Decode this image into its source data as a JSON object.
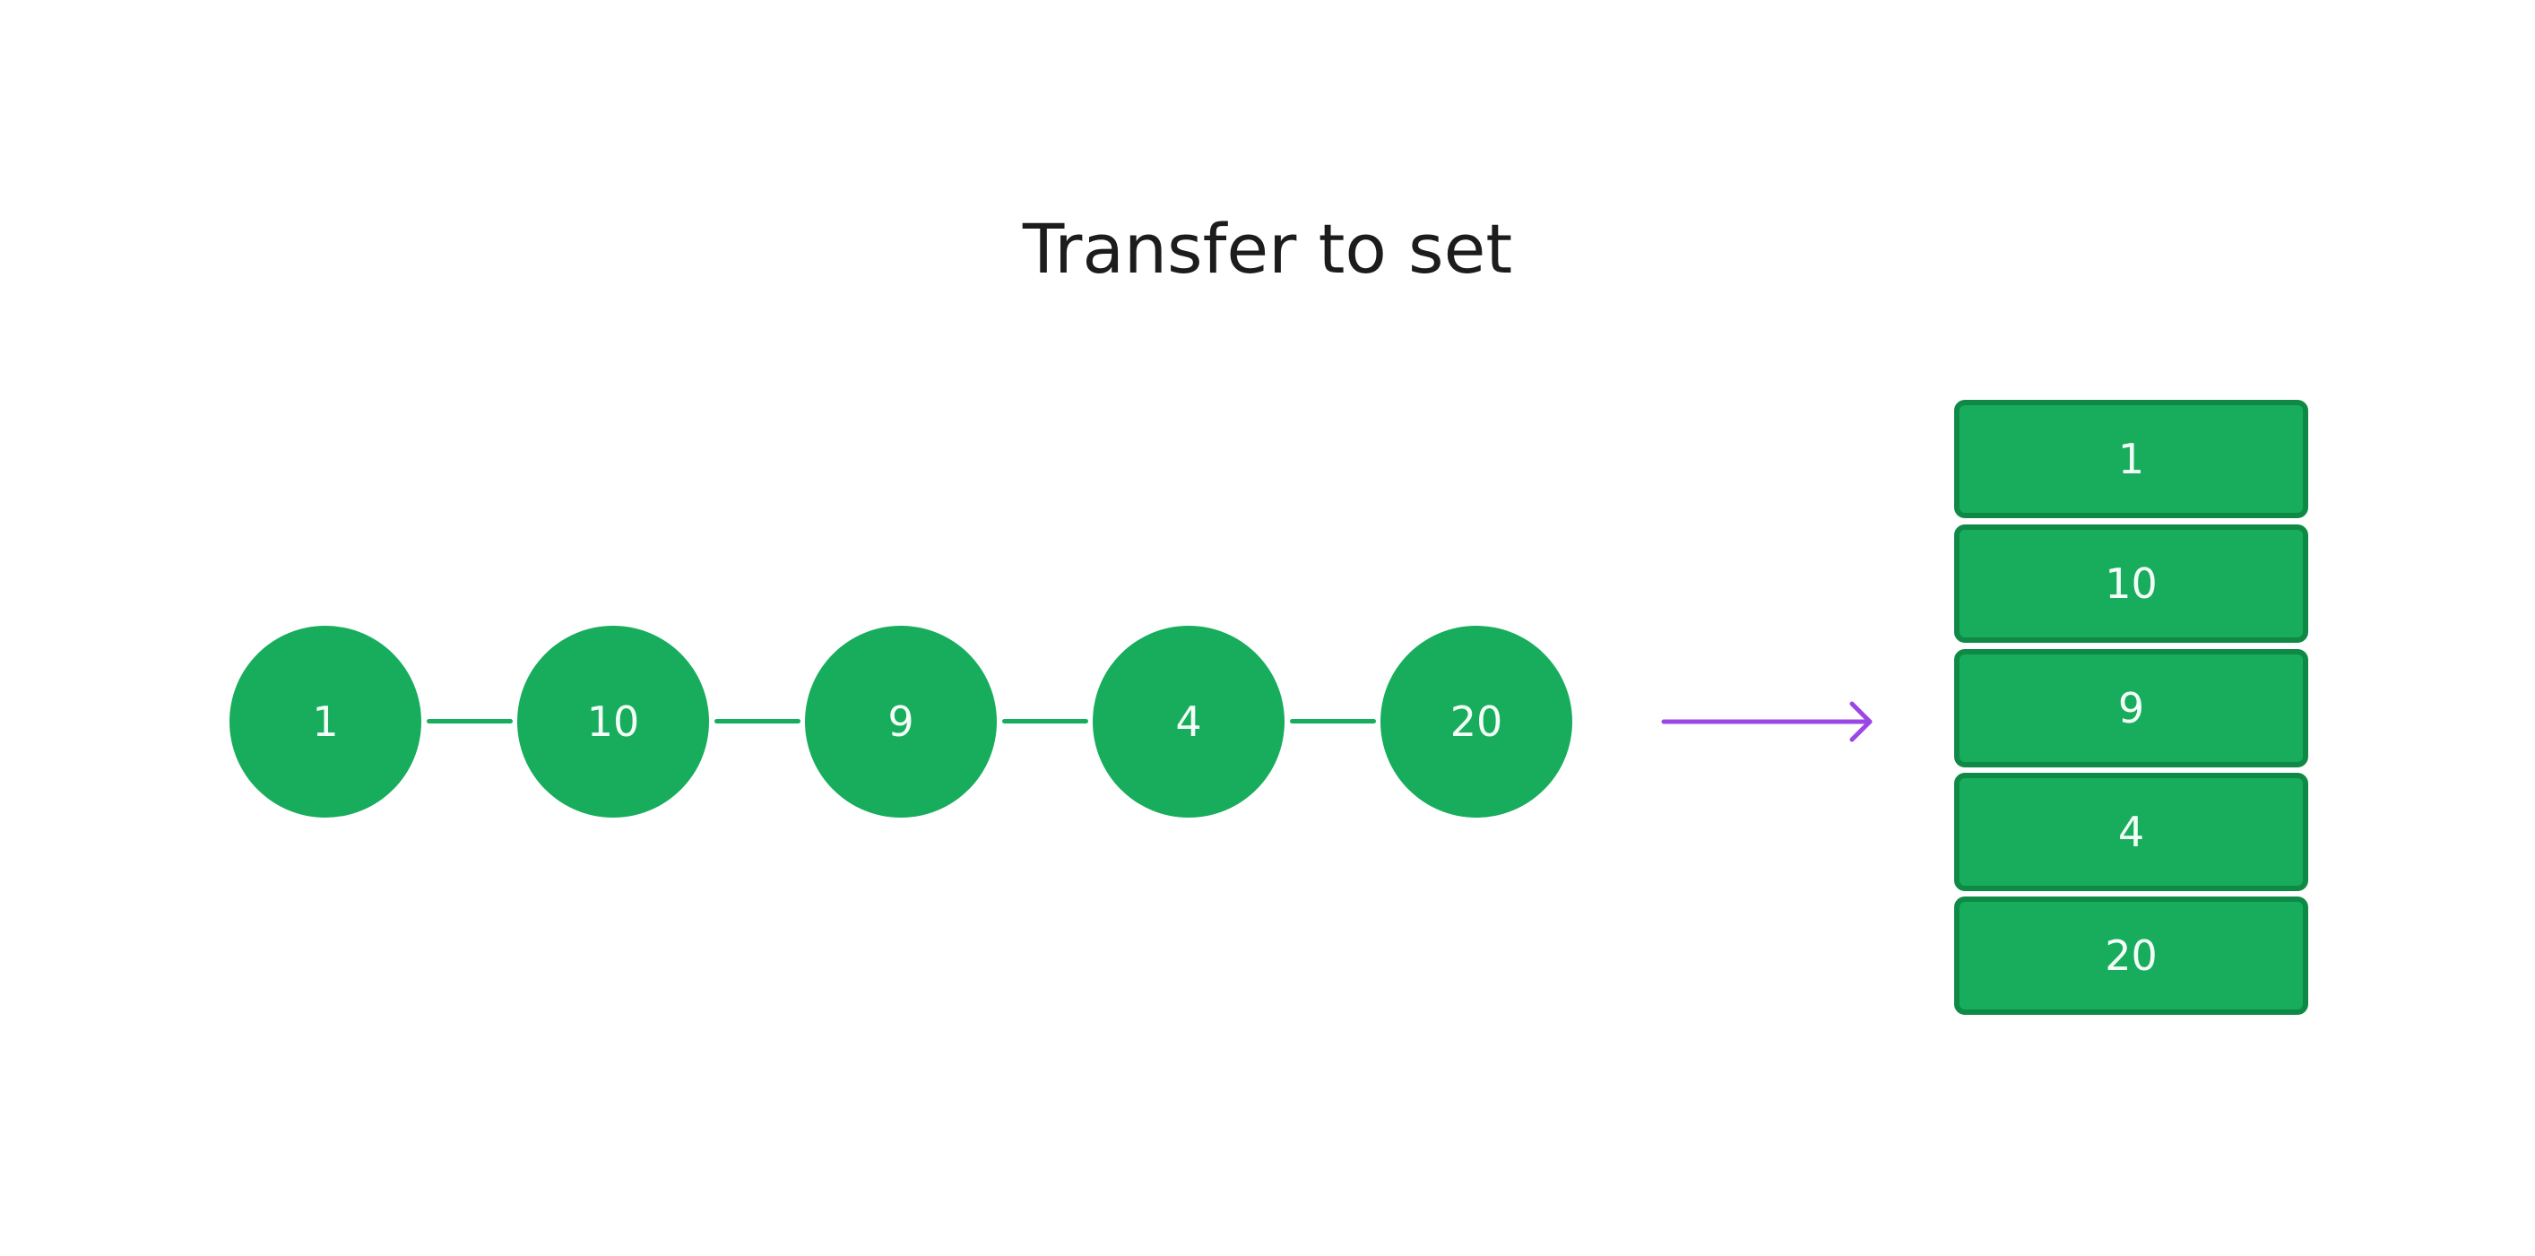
{
  "title": "Transfer to set",
  "list_nodes": [
    "1",
    "10",
    "9",
    "4",
    "20"
  ],
  "set_items": [
    "1",
    "10",
    "9",
    "4",
    "20"
  ],
  "colors": {
    "node": "#17ad5c",
    "set_border": "#0f8a46",
    "arrow": "#9b47e8",
    "title": "#1c1c1c"
  }
}
